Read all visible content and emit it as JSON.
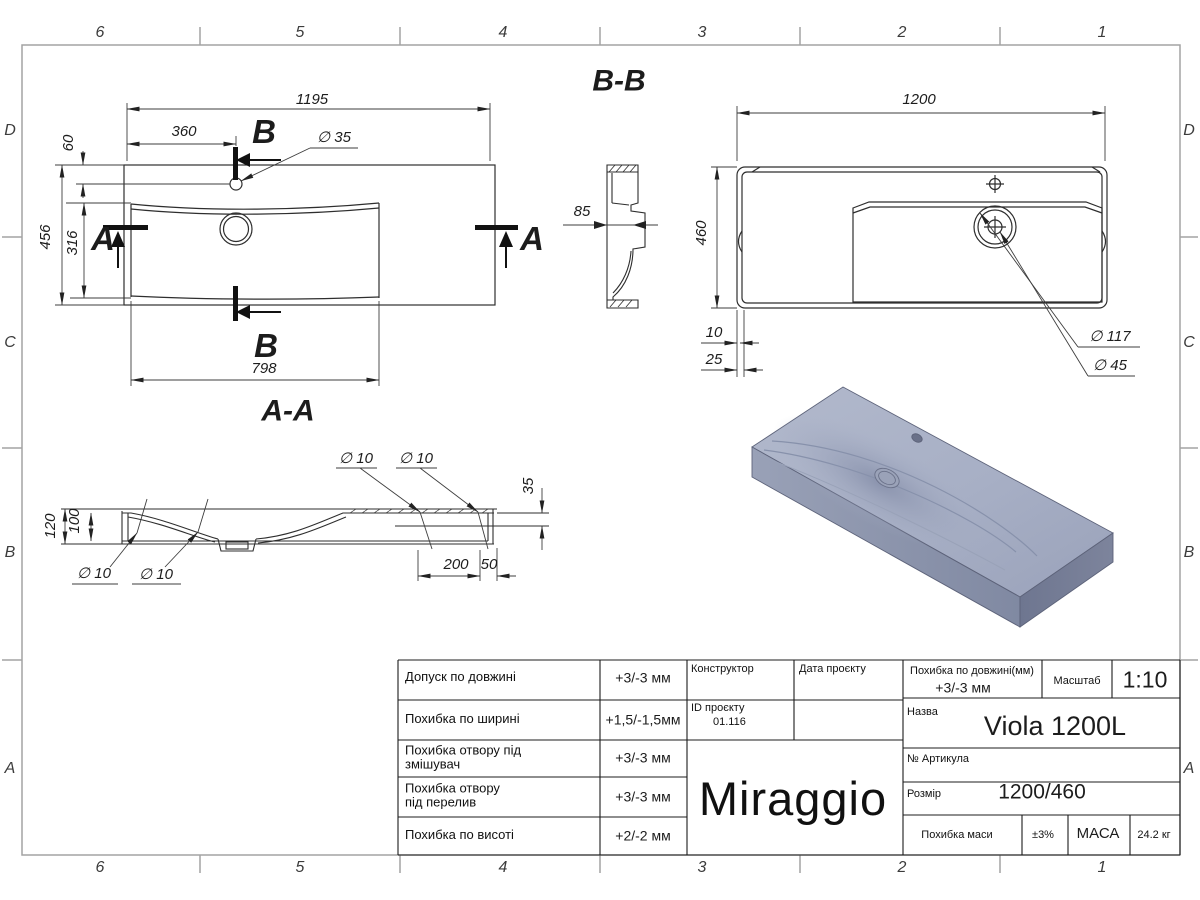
{
  "frame": {
    "cols": [
      "6",
      "5",
      "4",
      "3",
      "2",
      "1"
    ],
    "rows": [
      "D",
      "C",
      "B",
      "A"
    ]
  },
  "plan": {
    "dim_width_top": "1195",
    "dim_faucet_x": "360",
    "dim_faucet_y": "60",
    "dim_depth": "456",
    "dim_basin_depth": "316",
    "dim_basin_width": "798",
    "dim_faucet_dia": "∅ 35",
    "mark_a": "A",
    "mark_b": "B"
  },
  "section_aa": {
    "title": "A-A",
    "dim_height": "120",
    "dim_inner_height": "100",
    "dim_hole_bottom_1": "∅ 10",
    "dim_hole_bottom_2": "∅ 10",
    "dim_hole_top_1": "∅ 10",
    "dim_hole_top_2": "∅ 10",
    "dim_ledge_thickness": "35",
    "dim_hole_spacing": "200",
    "dim_hole_edge": "50"
  },
  "section_bb": {
    "title": "B-B",
    "dim_width": "1200",
    "dim_depth": "460",
    "dim_wall": "10",
    "dim_ledge": "25",
    "dim_drain_outer": "∅ 117",
    "dim_drain_inner": "∅ 45"
  },
  "side_view": {
    "dim_depth": "85"
  },
  "render": {
    "body_color": "#a8b0c5",
    "side_color": "#949cb3",
    "edge_color": "#5d637a"
  },
  "title_block": {
    "tolerances": [
      {
        "label": "Допуск по довжині",
        "value": "+3/-3 мм"
      },
      {
        "label": "Похибка по ширині",
        "value": "+1,5/-1,5мм"
      },
      {
        "label": "Похибка отвору під\nзмішувач",
        "value": "+3/-3 мм"
      },
      {
        "label": "Похибка отвору\nпід перелив",
        "value": "+3/-3 мм"
      },
      {
        "label": "Похибка по висоті",
        "value": "+2/-2 мм"
      }
    ],
    "constructor_label": "Конструктор",
    "project_date_label": "Дата проєкту",
    "project_id_label": "ID проєкту",
    "project_id_value": "01.116",
    "length_tolerance_label": "Похибка по довжині(мм)",
    "length_tolerance_value": "+3/-3 мм",
    "scale_label": "Масштаб",
    "scale_value": "1:10",
    "name_label": "Назва",
    "name_value": "Viola 1200L",
    "article_label": "№ Артикула",
    "size_label": "Розмір",
    "size_value": "1200/460",
    "mass_tolerance_label": "Похибка маси",
    "mass_tolerance_value": "±3%",
    "mass_label": "МАСА",
    "mass_value": "24.2 кг",
    "brand": "Miraggio"
  }
}
